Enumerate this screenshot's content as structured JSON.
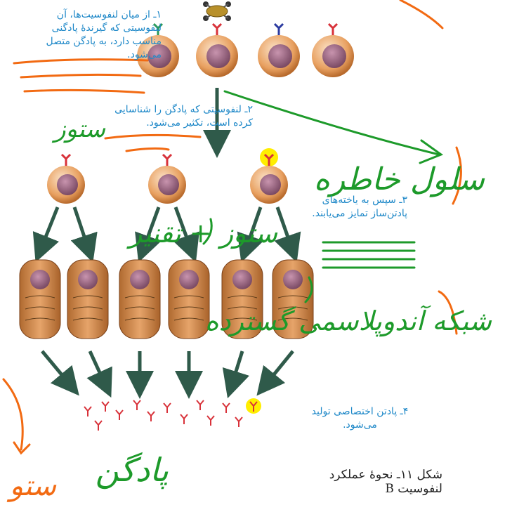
{
  "labels": {
    "step1": "۱ـ از میان لنفوسیت‌ها، آن لنفوسیتی که گیرندهٔ پادگنی مناسب دارد، به پادگن متصل می‌شود.",
    "step2": "۲ـ لنفوسیتی که پادگن را شناسایی کرده است، تکثیر می‌شود.",
    "step3": "۳ـ سپس به یاخته‌های پادتن‌ساز تمایز می‌یابند.",
    "step4": "۴ـ پادتن اختصاصی تولید می‌شود."
  },
  "caption": "شکل ۱۱ـ نحوهٔ عملکرد لنفوسیت B",
  "handwriting": {
    "h1": "ستوز",
    "h2": "سلول خاطره",
    "h3": "ستوز + تقنیر",
    "h4": "شبکه آندوپلاسمی گسترده",
    "h5": "پادگن",
    "h6": "ستو"
  },
  "colors": {
    "label_blue": "#1e88c8",
    "cell_orange": "#e8a060",
    "nucleus_purple": "#9a6a84",
    "arrow_green": "#2f5a4a",
    "antibody_red": "#d8323a",
    "ink_green": "#1d9a2a",
    "ink_orange": "#f26a12",
    "highlight_yellow": "#ffee00"
  }
}
